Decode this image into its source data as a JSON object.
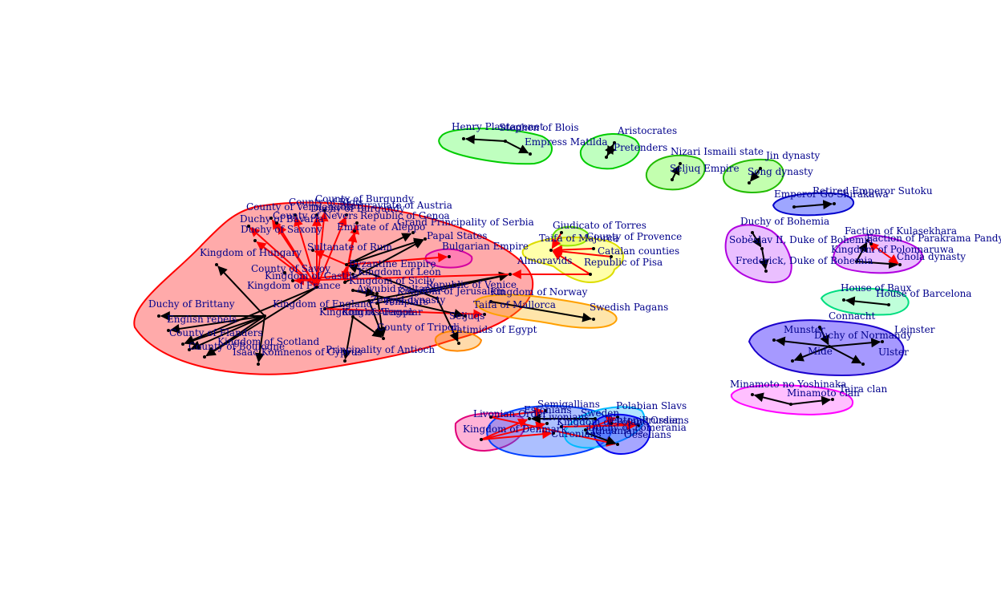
{
  "chart_data": {
    "type": "network",
    "clusters": [
      {
        "id": "west",
        "color": "#ff0000",
        "fill": "#ff000055"
      },
      {
        "id": "pink_small",
        "color": "#d400a0",
        "fill": "#ff40c066"
      },
      {
        "id": "plantagenet",
        "color": "#00cc00",
        "fill": "#00ff0040"
      },
      {
        "id": "aristo",
        "color": "#00cc00",
        "fill": "#00ff0040"
      },
      {
        "id": "nizari",
        "color": "#22bb00",
        "fill": "#40ff0050"
      },
      {
        "id": "jin",
        "color": "#22bb00",
        "fill": "#40ff0050"
      },
      {
        "id": "go_shirakawa",
        "color": "#0000cc",
        "fill": "#3040ff77"
      },
      {
        "id": "bohemia",
        "color": "#b000e0",
        "fill": "#c040ff55"
      },
      {
        "id": "kulasekhara",
        "color": "#b000e0",
        "fill": "#c040ff55"
      },
      {
        "id": "baux",
        "color": "#00dd80",
        "fill": "#40ff9055"
      },
      {
        "id": "ireland",
        "color": "#1a00cc",
        "fill": "#2000ff66"
      },
      {
        "id": "minamoto",
        "color": "#ff00ff",
        "fill": "#ff40ff55"
      },
      {
        "id": "torres",
        "color": "#66dd00",
        "fill": "#a0ff0050"
      },
      {
        "id": "majorca",
        "color": "#dddd00",
        "fill": "#ffff0055"
      },
      {
        "id": "norway",
        "color": "#ffa000",
        "fill": "#ffb00055"
      },
      {
        "id": "fatimid",
        "color": "#ff8800",
        "fill": "#ff900055"
      },
      {
        "id": "baltic_pink",
        "color": "#e0007a",
        "fill": "#ff409a66"
      },
      {
        "id": "baltic_blue",
        "color": "#0040ff",
        "fill": "#3060ff66"
      },
      {
        "id": "baltic_cyan",
        "color": "#00bbff",
        "fill": "#40c0ff66"
      },
      {
        "id": "baltic_dblue",
        "color": "#0000ee",
        "fill": "#2020ff66"
      }
    ],
    "nodes": [
      {
        "id": "kingdom_of_hungary",
        "label": "Kingdom of Hungary"
      },
      {
        "id": "duchy_of_brittany",
        "label": "Duchy of Brittany"
      },
      {
        "id": "english_rebels",
        "label": "English rebels"
      },
      {
        "id": "county_of_flanders",
        "label": "County of Flanders"
      },
      {
        "id": "kingdom_of_scotland",
        "label": "Kingdom of Scotland"
      },
      {
        "id": "county_of_boulogne",
        "label": "County of Boulogne"
      },
      {
        "id": "isaac_komnenos",
        "label": "Isaac Komnenos of Cyprus"
      },
      {
        "id": "principality_of_antioch",
        "label": "Principality of Antioch"
      },
      {
        "id": "county_of_tripoli",
        "label": "County of Tripoli"
      },
      {
        "id": "county_of_burgundy",
        "label": "County of Burgundy"
      },
      {
        "id": "county_of_blois",
        "label": "County of Blois"
      },
      {
        "id": "margraviate_of_austria",
        "label": "Margraviate of Austria"
      },
      {
        "id": "duchy_of_burgundy",
        "label": "Duchy of Burgundy"
      },
      {
        "id": "county_of_vermandois",
        "label": "County of Vermandois"
      },
      {
        "id": "republic_of_genoa",
        "label": "Republic of Genoa"
      },
      {
        "id": "county_of_nevers",
        "label": "County of Nevers"
      },
      {
        "id": "duchy_of_bavaria",
        "label": "Duchy of Bavaria"
      },
      {
        "id": "emirate_of_aleppo",
        "label": "Emirate of Aleppo"
      },
      {
        "id": "duchy_of_saxony",
        "label": "Duchy of Saxony"
      },
      {
        "id": "grand_principality_of_serbia",
        "label": "Grand Principality of Serbia"
      },
      {
        "id": "sultanate_of_rum",
        "label": "Sultanate of Rum"
      },
      {
        "id": "papal_states",
        "label": "Papal States"
      },
      {
        "id": "bulgarian_empire",
        "label": "Bulgarian Empire"
      },
      {
        "id": "county_of_savoy",
        "label": "County of Savoy"
      },
      {
        "id": "byzantine_empire",
        "label": "Byzantine Empire"
      },
      {
        "id": "kingdom_of_leon",
        "label": "Kingdom of León"
      },
      {
        "id": "kingdom_of_castile",
        "label": "Kingdom of Castile"
      },
      {
        "id": "kingdom_of_sicily",
        "label": "Kingdom of Sicily"
      },
      {
        "id": "kingdom_of_france",
        "label": "Kingdom of France"
      },
      {
        "id": "ayyubid_sultanate",
        "label": "Ayyubid Sultanate"
      },
      {
        "id": "kingdom_of_jerusalem",
        "label": "Kingdom of Jerusalem"
      },
      {
        "id": "republic_of_venice",
        "label": "Republic of Venice"
      },
      {
        "id": "kingdom_of_england",
        "label": "Kingdom of England"
      },
      {
        "id": "templars",
        "label": "Templars"
      },
      {
        "id": "kingdom_of_aragon",
        "label": "Kingdom of Aragon"
      },
      {
        "id": "knights_templar",
        "label": "Knights Templar"
      },
      {
        "id": "zengid_dynasty",
        "label": "Zengid dynasty"
      },
      {
        "id": "almoravids",
        "label": "Almoravids"
      },
      {
        "id": "kingdom_of_norway",
        "label": "Kingdom of Norway"
      },
      {
        "id": "taifa_of_mallorca",
        "label": "Taifa of Mallorca"
      },
      {
        "id": "seljuqs",
        "label": "Seljuqs"
      },
      {
        "id": "fatimids_of_egypt",
        "label": "Fatimids of Egypt"
      },
      {
        "id": "swedish_pagans",
        "label": "Swedish Pagans"
      },
      {
        "id": "giudicato_of_torres",
        "label": "Giudicato of Torres"
      },
      {
        "id": "taifa_of_majorca",
        "label": "Taifa of Majorca"
      },
      {
        "id": "county_of_provence",
        "label": "County of Provence"
      },
      {
        "id": "catalan_counties",
        "label": "Catalan counties"
      },
      {
        "id": "republic_of_pisa",
        "label": "Republic of Pisa"
      },
      {
        "id": "henry_plantagenet",
        "label": "Henry Plantagenet"
      },
      {
        "id": "stephen_of_blois",
        "label": "Stephen of Blois"
      },
      {
        "id": "empress_matilda",
        "label": "Empress Matilda"
      },
      {
        "id": "aristocrates",
        "label": "Aristocrates"
      },
      {
        "id": "pretenders",
        "label": "Pretenders"
      },
      {
        "id": "nizari_ismaili_state",
        "label": "Nizari Ismaili state"
      },
      {
        "id": "seljuq_empire",
        "label": "Seljuq Empire"
      },
      {
        "id": "jin_dynasty",
        "label": "Jin dynasty"
      },
      {
        "id": "song_dynasty",
        "label": "Song dynasty"
      },
      {
        "id": "emperor_go_shirakawa",
        "label": "Emperor Go-Shirakawa"
      },
      {
        "id": "retired_emperor_sutoku",
        "label": "Retired Emperor Sutoku"
      },
      {
        "id": "duchy_of_bohemia",
        "label": "Duchy of Bohemia"
      },
      {
        "id": "sobeslav",
        "label": "Soběslav II, Duke of Bohemia"
      },
      {
        "id": "frederick_bohemia",
        "label": "Frederick, Duke of Bohemia"
      },
      {
        "id": "faction_of_kulasekhara",
        "label": "Faction of Kulasekhara"
      },
      {
        "id": "faction_of_parakrama",
        "label": "Faction of Parakrama Pandyan II"
      },
      {
        "id": "kingdom_of_polonnaruwa",
        "label": "Kingdom of Polonnaruwa"
      },
      {
        "id": "chola_dynasty",
        "label": "Chola dynasty"
      },
      {
        "id": "house_of_baux",
        "label": "House of Baux"
      },
      {
        "id": "house_of_barcelona",
        "label": "House of Barcelona"
      },
      {
        "id": "connacht",
        "label": "Connacht"
      },
      {
        "id": "munster",
        "label": "Munster"
      },
      {
        "id": "duchy_of_normandy",
        "label": "Duchy of Normandy"
      },
      {
        "id": "leinster",
        "label": "Leinster"
      },
      {
        "id": "mide",
        "label": "Mide"
      },
      {
        "id": "ulster",
        "label": "Ulster"
      },
      {
        "id": "minamoto_no_yoshinaka",
        "label": "Minamoto no Yoshinaka"
      },
      {
        "id": "taira_clan",
        "label": "Taira clan"
      },
      {
        "id": "minamoto_clan",
        "label": "Minamoto clan"
      },
      {
        "id": "semigallians",
        "label": "Semigallians"
      },
      {
        "id": "polabian_slavs",
        "label": "Polabian Slavs"
      },
      {
        "id": "livonian_order",
        "label": "Livonian Order"
      },
      {
        "id": "estonians",
        "label": "Estonians"
      },
      {
        "id": "livonians",
        "label": "Livonians"
      },
      {
        "id": "sweden",
        "label": "Sweden"
      },
      {
        "id": "teutonic_order",
        "label": "Teutonic Order"
      },
      {
        "id": "prussians",
        "label": "Prussians"
      },
      {
        "id": "kingdom_of_poland",
        "label": "Kingdom of Poland"
      },
      {
        "id": "duchy_of_pomerania",
        "label": "Duchy of Pomerania"
      },
      {
        "id": "kingdom_of_denmark",
        "label": "Kingdom of Denmark"
      },
      {
        "id": "curonians",
        "label": "Curonians"
      },
      {
        "id": "oeselians",
        "label": "Oeselians"
      },
      {
        "id": "lithuanians",
        "label": "Lithuanians"
      }
    ],
    "edges": [
      {
        "from": "kingdom_of_england",
        "to": "kingdom_of_hungary",
        "color": "#000000"
      },
      {
        "from": "kingdom_of_england",
        "to": "duchy_of_brittany",
        "color": "#000000"
      },
      {
        "from": "kingdom_of_england",
        "to": "english_rebels",
        "color": "#000000"
      },
      {
        "from": "kingdom_of_england",
        "to": "county_of_flanders",
        "color": "#000000"
      },
      {
        "from": "kingdom_of_england",
        "to": "kingdom_of_scotland",
        "color": "#000000"
      },
      {
        "from": "kingdom_of_england",
        "to": "county_of_boulogne",
        "color": "#000000"
      },
      {
        "from": "kingdom_of_england",
        "to": "isaac_komnenos",
        "color": "#000000"
      },
      {
        "from": "kingdom_of_france",
        "to": "county_of_flanders",
        "color": "#000000"
      },
      {
        "from": "kingdom_of_france",
        "to": "kingdom_of_scotland",
        "color": "#000000"
      },
      {
        "from": "knights_templar",
        "to": "principality_of_antioch",
        "color": "#000000"
      },
      {
        "from": "knights_templar",
        "to": "county_of_tripoli",
        "color": "#000000"
      },
      {
        "from": "zengid_dynasty",
        "to": "county_of_tripoli",
        "color": "#000000"
      },
      {
        "from": "kingdom_of_jerusalem",
        "to": "county_of_tripoli",
        "color": "#000000"
      },
      {
        "from": "kingdom_of_france",
        "to": "county_of_burgundy",
        "color": "#ff0000"
      },
      {
        "from": "kingdom_of_france",
        "to": "county_of_blois",
        "color": "#ff0000"
      },
      {
        "from": "kingdom_of_france",
        "to": "margraviate_of_austria",
        "color": "#ff0000"
      },
      {
        "from": "kingdom_of_france",
        "to": "duchy_of_burgundy",
        "color": "#ff0000"
      },
      {
        "from": "kingdom_of_france",
        "to": "county_of_vermandois",
        "color": "#ff0000"
      },
      {
        "from": "kingdom_of_france",
        "to": "county_of_nevers",
        "color": "#ff0000"
      },
      {
        "from": "kingdom_of_france",
        "to": "duchy_of_bavaria",
        "color": "#ff0000"
      },
      {
        "from": "kingdom_of_france",
        "to": "duchy_of_saxony",
        "color": "#ff0000"
      },
      {
        "from": "kingdom_of_sicily",
        "to": "republic_of_genoa",
        "color": "#ff0000"
      },
      {
        "from": "kingdom_of_sicily",
        "to": "emirate_of_aleppo",
        "color": "#ff0000"
      },
      {
        "from": "byzantine_empire",
        "to": "grand_principality_of_serbia",
        "color": "#000000"
      },
      {
        "from": "byzantine_empire",
        "to": "papal_states",
        "color": "#000000"
      },
      {
        "from": "byzantine_empire",
        "to": "bulgarian_empire",
        "color": "#ff0000"
      },
      {
        "from": "byzantine_empire",
        "to": "sultanate_of_rum",
        "color": "#ff0000"
      },
      {
        "from": "kingdom_of_sicily",
        "to": "byzantine_empire",
        "color": "#ff0000"
      },
      {
        "from": "kingdom_of_sicily",
        "to": "papal_states",
        "color": "#000000"
      },
      {
        "from": "kingdom_of_castile",
        "to": "kingdom_of_leon",
        "color": "#ff0000"
      },
      {
        "from": "kingdom_of_aragon",
        "to": "almoravids",
        "color": "#000000"
      },
      {
        "from": "kingdom_of_aragon",
        "to": "taifa_of_mallorca",
        "color": "#ff0000"
      },
      {
        "from": "republic_of_venice",
        "to": "byzantine_empire",
        "color": "#000000"
      },
      {
        "from": "republic_of_venice",
        "to": "fatimids_of_egypt",
        "color": "#000000"
      },
      {
        "from": "ayyubid_sultanate",
        "to": "kingdom_of_jerusalem",
        "color": "#000000"
      },
      {
        "from": "ayyubid_sultanate",
        "to": "seljuqs",
        "color": "#000000"
      },
      {
        "from": "templars",
        "to": "almoravids",
        "color": "#000000"
      },
      {
        "from": "almoravids",
        "to": "kingdom_of_castile",
        "color": "#ff0000"
      },
      {
        "from": "republic_of_pisa",
        "to": "taifa_of_majorca",
        "color": "#ff0000"
      },
      {
        "from": "county_of_provence",
        "to": "taifa_of_majorca",
        "color": "#ff0000"
      },
      {
        "from": "catalan_counties",
        "to": "taifa_of_majorca",
        "color": "#ff0000"
      },
      {
        "from": "republic_of_pisa",
        "to": "almoravids",
        "color": "#ff0000"
      },
      {
        "from": "giudicato_of_torres",
        "to": "taifa_of_majorca",
        "color": "#ff0000"
      },
      {
        "from": "kingdom_of_norway",
        "to": "swedish_pagans",
        "color": "#000000"
      },
      {
        "from": "stephen_of_blois",
        "to": "henry_plantagenet",
        "color": "#000000"
      },
      {
        "from": "stephen_of_blois",
        "to": "empress_matilda",
        "color": "#000000"
      },
      {
        "from": "pretenders",
        "to": "aristocrates",
        "color": "#000000"
      },
      {
        "from": "aristocrates",
        "to": "pretenders",
        "color": "#000000"
      },
      {
        "from": "seljuq_empire",
        "to": "nizari_ismaili_state",
        "color": "#000000"
      },
      {
        "from": "jin_dynasty",
        "to": "song_dynasty",
        "color": "#000000"
      },
      {
        "from": "emperor_go_shirakawa",
        "to": "retired_emperor_sutoku",
        "color": "#000000"
      },
      {
        "from": "duchy_of_bohemia",
        "to": "sobeslav",
        "color": "#000000"
      },
      {
        "from": "sobeslav",
        "to": "frederick_bohemia",
        "color": "#000000"
      },
      {
        "from": "faction_of_parakrama",
        "to": "faction_of_kulasekhara",
        "color": "#ff0000"
      },
      {
        "from": "kingdom_of_polonnaruwa",
        "to": "faction_of_kulasekhara",
        "color": "#000000"
      },
      {
        "from": "kingdom_of_polonnaruwa",
        "to": "chola_dynasty",
        "color": "#000000"
      },
      {
        "from": "faction_of_parakrama",
        "to": "chola_dynasty",
        "color": "#ff0000"
      },
      {
        "from": "house_of_barcelona",
        "to": "house_of_baux",
        "color": "#000000"
      },
      {
        "from": "duchy_of_normandy",
        "to": "munster",
        "color": "#000000"
      },
      {
        "from": "duchy_of_normandy",
        "to": "leinster",
        "color": "#000000"
      },
      {
        "from": "duchy_of_normandy",
        "to": "mide",
        "color": "#000000"
      },
      {
        "from": "duchy_of_normandy",
        "to": "ulster",
        "color": "#000000"
      },
      {
        "from": "connacht",
        "to": "duchy_of_normandy",
        "color": "#000000"
      },
      {
        "from": "minamoto_clan",
        "to": "minamoto_no_yoshinaka",
        "color": "#000000"
      },
      {
        "from": "minamoto_clan",
        "to": "taira_clan",
        "color": "#000000"
      },
      {
        "from": "kingdom_of_denmark",
        "to": "estonians",
        "color": "#ff0000"
      },
      {
        "from": "kingdom_of_denmark",
        "to": "livonians",
        "color": "#ff0000"
      },
      {
        "from": "kingdom_of_denmark",
        "to": "curonians",
        "color": "#ff0000"
      },
      {
        "from": "livonian_order",
        "to": "semigallians",
        "color": "#ff0000"
      },
      {
        "from": "livonian_order",
        "to": "oeselians",
        "color": "#ff0000"
      },
      {
        "from": "teutonic_order",
        "to": "prussians",
        "color": "#ff0000"
      },
      {
        "from": "kingdom_of_poland",
        "to": "prussians",
        "color": "#ff0000"
      },
      {
        "from": "duchy_of_pomerania",
        "to": "polabian_slavs",
        "color": "#ff0000"
      },
      {
        "from": "sweden",
        "to": "estonians",
        "color": "#000000"
      },
      {
        "from": "lithuanians",
        "to": "oeselians",
        "color": "#000000"
      }
    ]
  }
}
